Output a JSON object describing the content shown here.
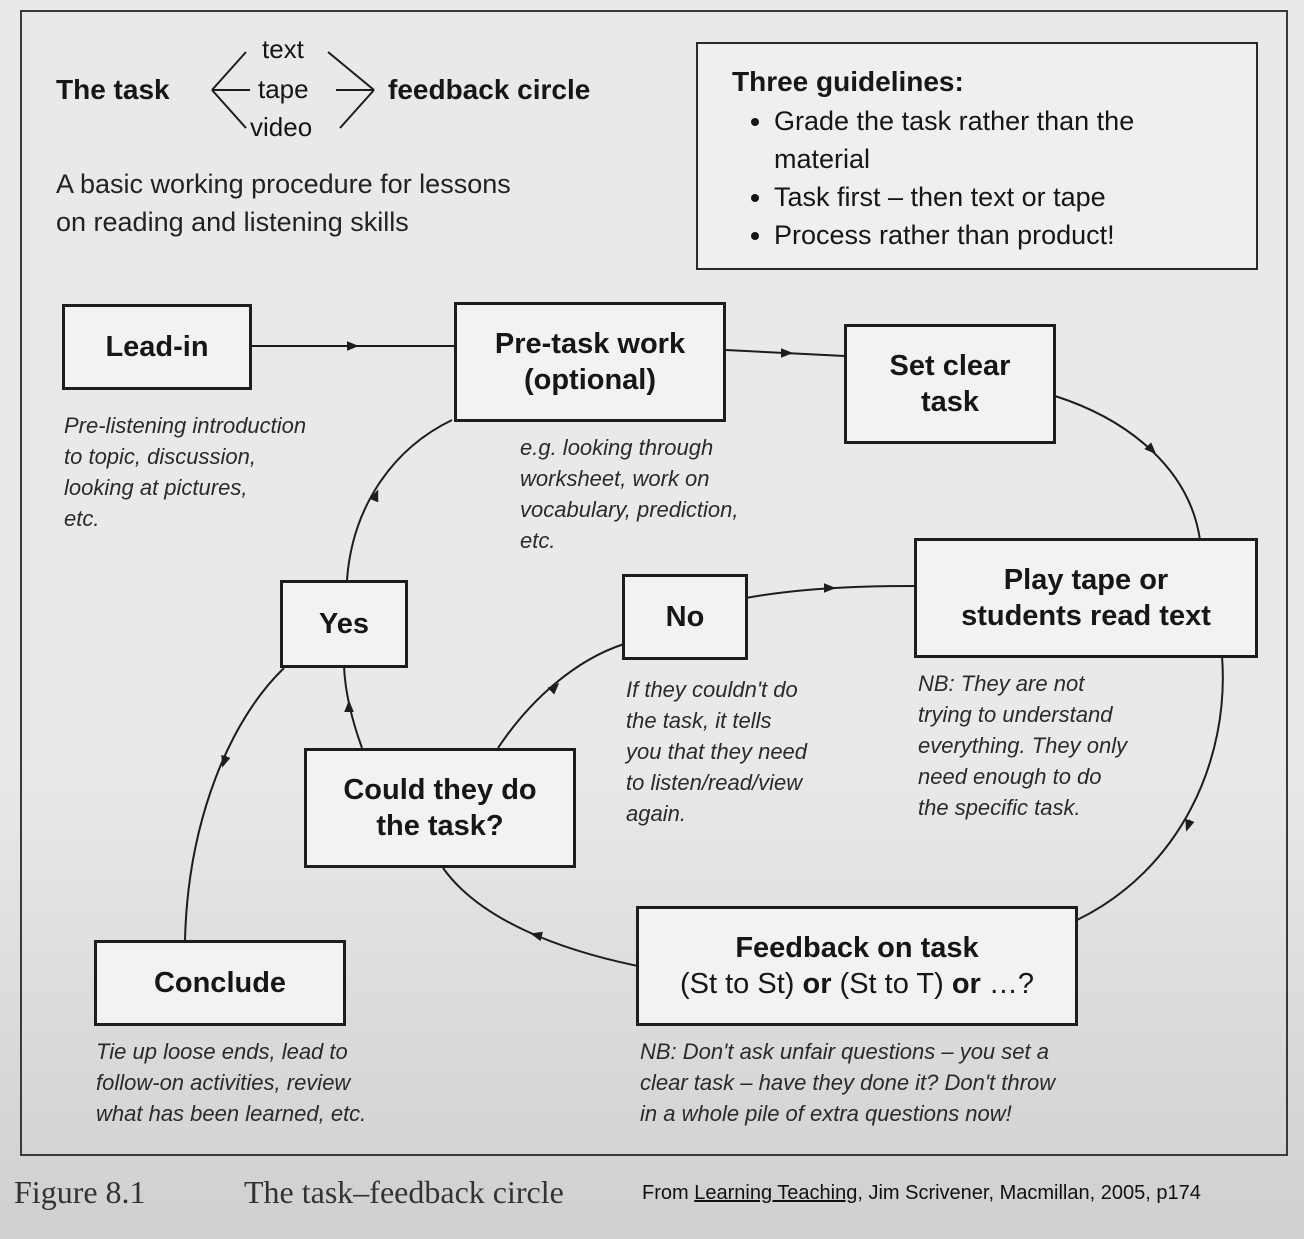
{
  "header": {
    "task_label": "The task",
    "media": [
      "text",
      "tape",
      "video"
    ],
    "circle_label": "feedback circle",
    "subtitle_line1": "A basic working procedure for lessons",
    "subtitle_line2": "on reading and listening skills"
  },
  "guidelines": {
    "title": "Three guidelines:",
    "items": [
      "Grade the task rather than the material",
      "Task first – then text or tape",
      "Process rather than product!"
    ]
  },
  "boxes": {
    "lead_in": "Lead-in",
    "pre_task_line1": "Pre-task work",
    "pre_task_line2": "(optional)",
    "set_task_line1": "Set clear",
    "set_task_line2": "task",
    "play_line1": "Play tape or",
    "play_line2": "students read text",
    "no": "No",
    "yes": "Yes",
    "could_line1": "Could they do",
    "could_line2": "the task?",
    "feedback_line1": "Feedback on task",
    "feedback_line2_a": "(St to St) ",
    "feedback_line2_or1": "or",
    "feedback_line2_b": " (St to T) ",
    "feedback_line2_or2": "or",
    "feedback_line2_c": " …?",
    "conclude": "Conclude"
  },
  "notes": {
    "lead_in": [
      "Pre-listening introduction",
      "to topic, discussion,",
      "looking at pictures,",
      "etc."
    ],
    "pre_task": [
      "e.g. looking through",
      "worksheet, work on",
      "vocabulary, prediction,",
      "etc."
    ],
    "no": [
      "If they couldn't do",
      "the task, it tells",
      "you that they need",
      "to listen/read/view",
      "again."
    ],
    "play": [
      "NB: They are not",
      "trying to understand",
      "everything. They only",
      "need enough to do",
      "the specific task."
    ],
    "conclude": [
      "Tie up loose ends, lead to",
      "follow-on activities, review",
      "what has been learned, etc."
    ],
    "feedback": [
      "NB: Don't ask unfair questions – you set a",
      "clear task – have they done it? Don't throw",
      "in a whole pile of extra questions now!"
    ]
  },
  "caption": {
    "figure_number": "Figure 8.1",
    "figure_title": "The task–feedback circle",
    "source_prefix": "From ",
    "source_book": "Learning Teaching",
    "source_rest": ", Jim Scrivener, Macmillan, 2005, p174"
  }
}
